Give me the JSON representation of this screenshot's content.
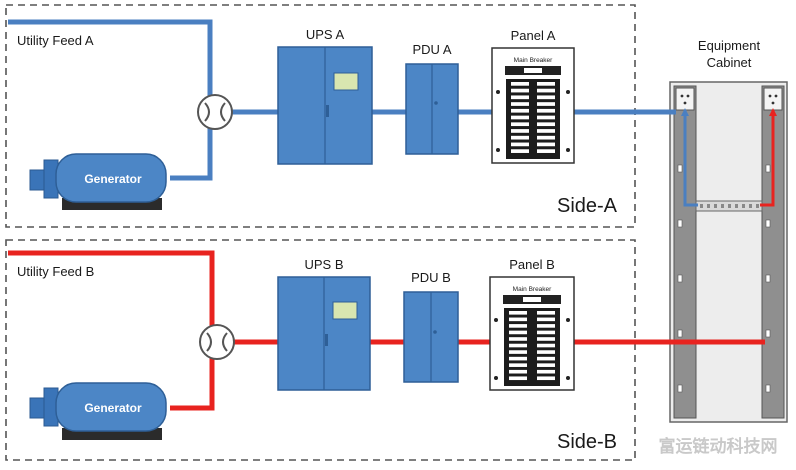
{
  "side_a": {
    "label": "Side-A",
    "utility_feed": "Utility Feed A",
    "generator": "Generator",
    "ups": "UPS A",
    "pdu": "PDU A",
    "panel": "Panel A",
    "main_breaker": "Main Breaker"
  },
  "side_b": {
    "label": "Side-B",
    "utility_feed": "Utility Feed B",
    "generator": "Generator",
    "ups": "UPS B",
    "pdu": "PDU B",
    "panel": "Panel B",
    "main_breaker": "Main Breaker"
  },
  "cabinet": {
    "label_line1": "Equipment",
    "label_line2": "Cabinet"
  },
  "watermark": "富运链动科技网",
  "colors": {
    "feed_a": "#4a7fc1",
    "feed_b": "#e8231f",
    "equipment": "#4c86c6",
    "equipment_dark": "#2e5f97",
    "dashed_border": "#555555",
    "cabinet_gray": "#9a9a9a"
  }
}
